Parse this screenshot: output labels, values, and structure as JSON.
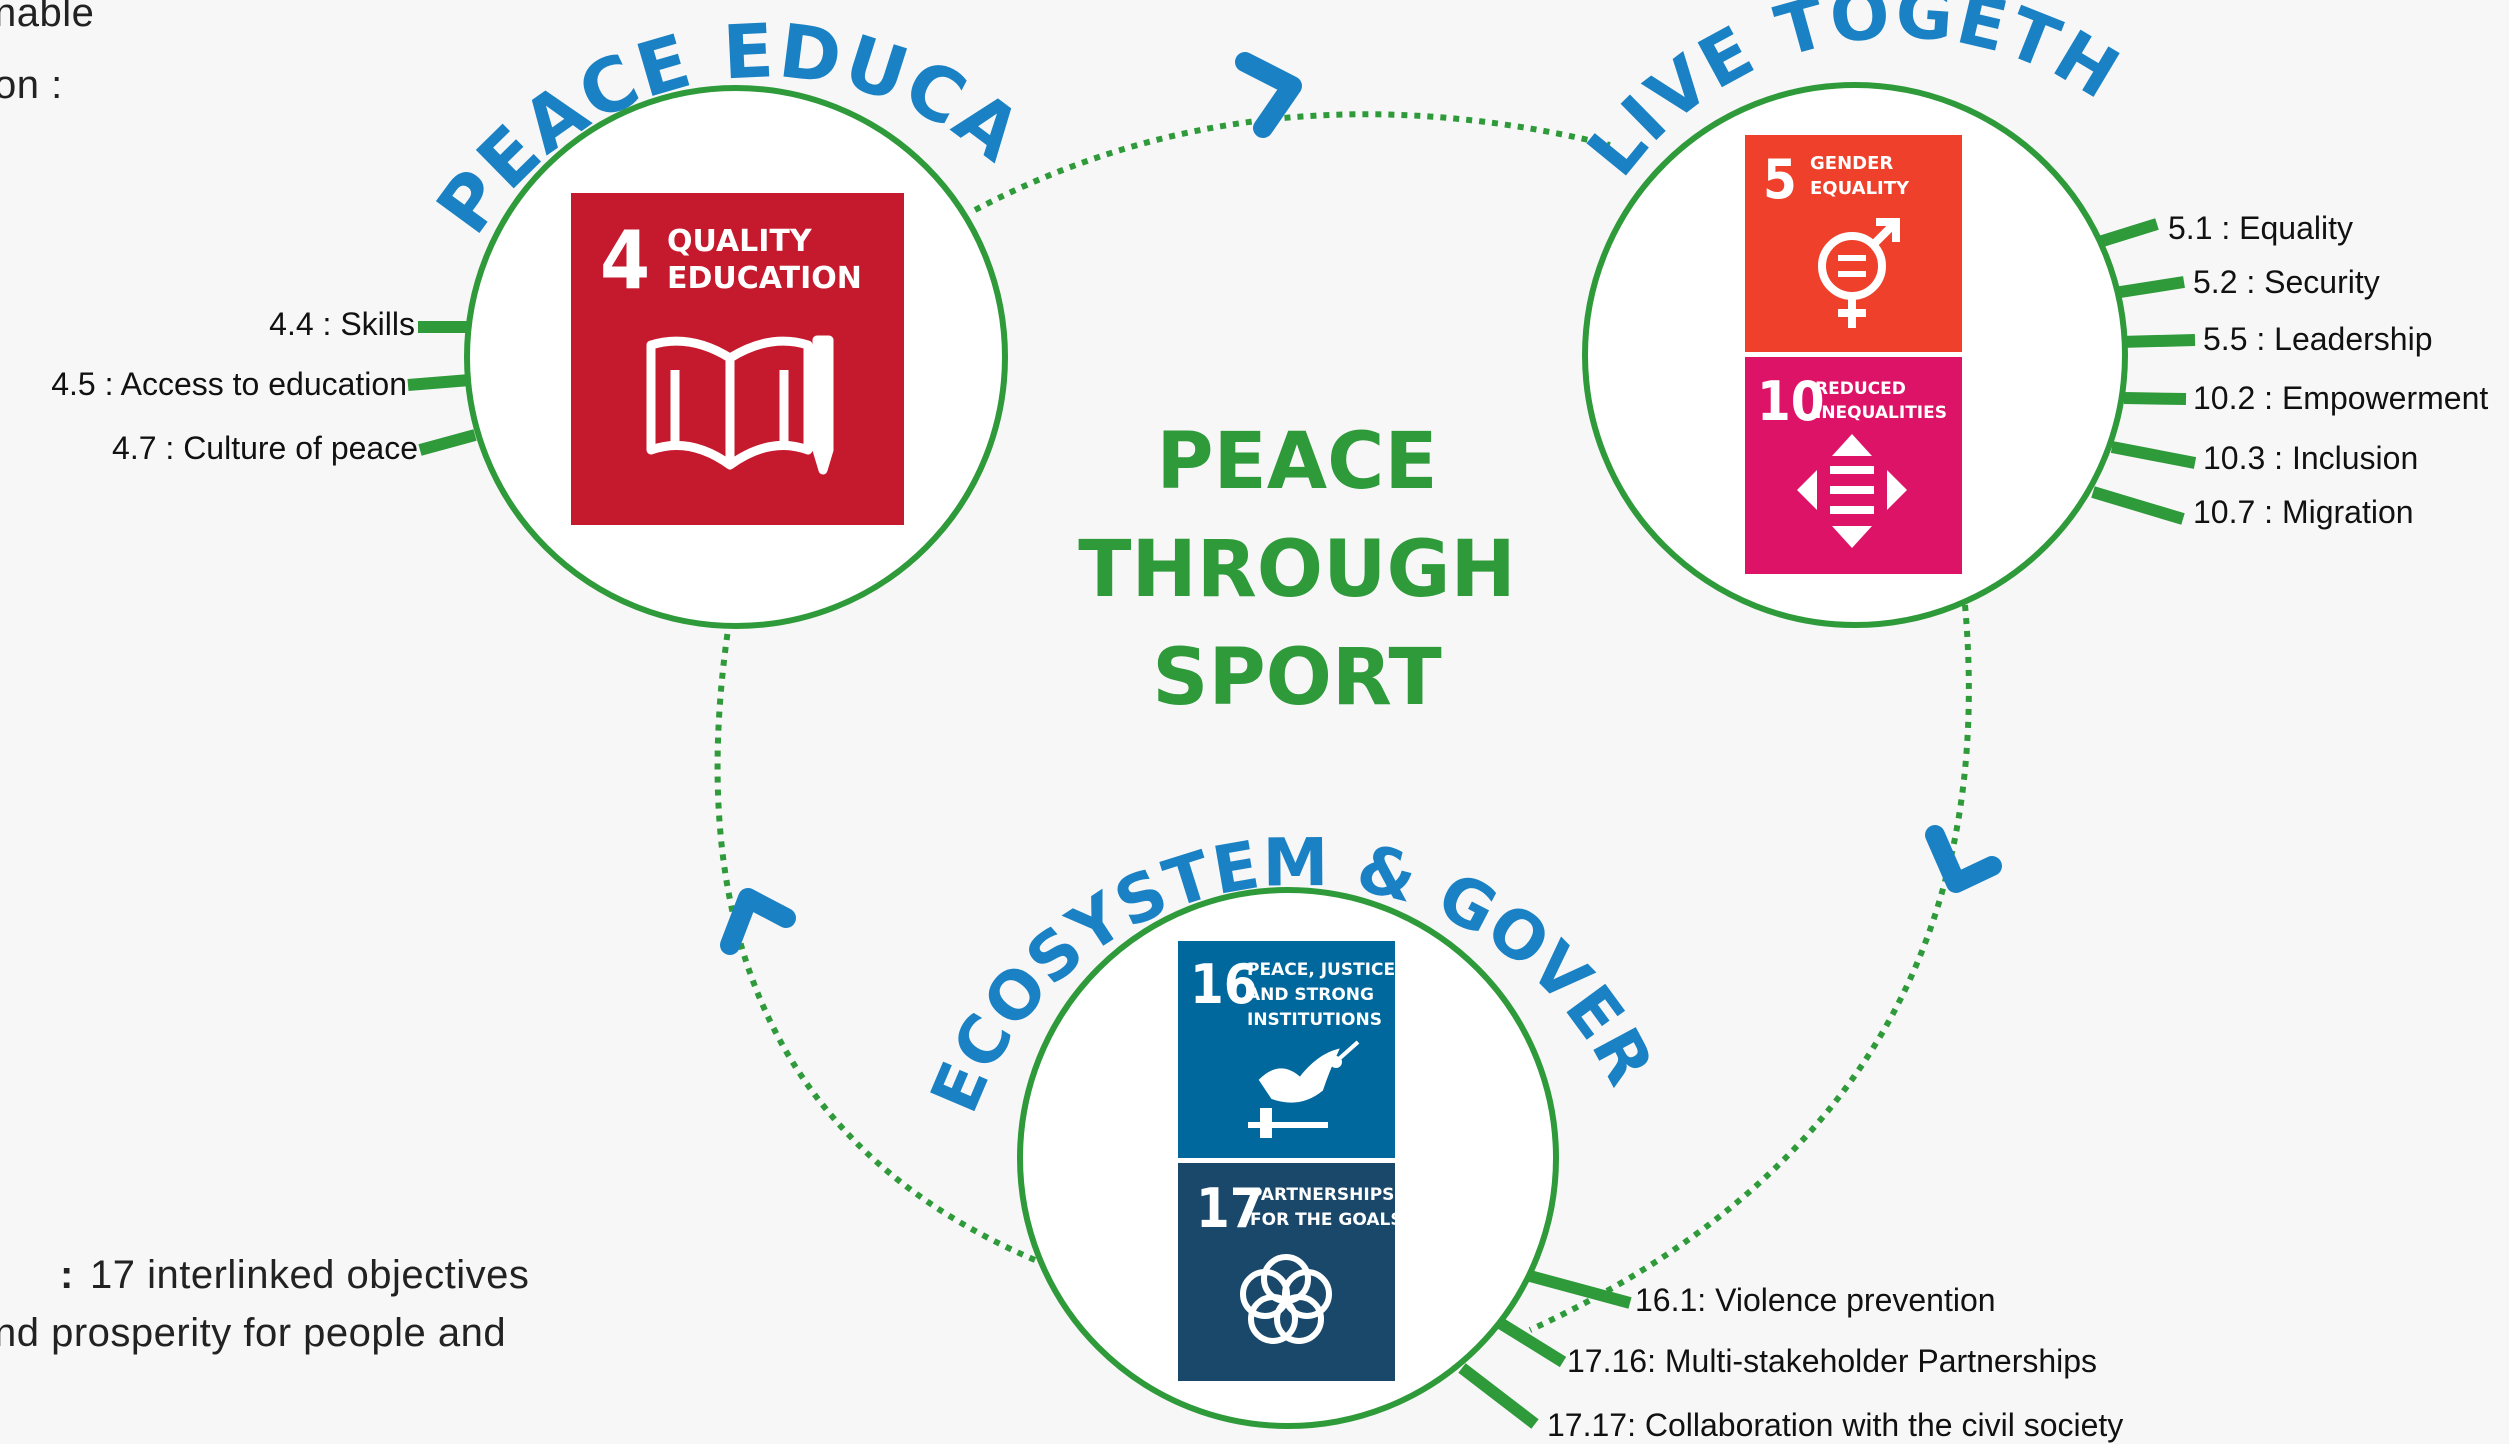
{
  "center_title": {
    "line1": "PEACE",
    "line2": "THROUGH",
    "line3": "SPORT"
  },
  "arc_titles": {
    "peace_education": "PEACE EDUCATION",
    "live_together": "LIVE TOGETHER",
    "ecosystem": "ECOSYSTEM & GOVERNANCE"
  },
  "left_targets": [
    "4.4 : Skills",
    "4.5 : Access to education",
    "4.7 : Culture of peace"
  ],
  "right_targets": [
    "5.1 : Equality",
    "5.2 : Security",
    "5.5 : Leadership",
    "10.2 : Empowerment",
    "10.3 : Inclusion",
    "10.7 : Migration"
  ],
  "bottom_targets": [
    "16.1: Violence prevention",
    "17.16: Multi-stakeholder Partnerships",
    "17.17: Collaboration with the civil society"
  ],
  "sdg_tiles": {
    "sdg4": {
      "number": "4",
      "line1": "QUALITY",
      "line2": "EDUCATION",
      "color": "#c5192d"
    },
    "sdg5": {
      "number": "5",
      "line1": "GENDER",
      "line2": "EQUALITY",
      "color": "#ef402b"
    },
    "sdg10": {
      "number": "10",
      "line1": "REDUCED",
      "line2": "INEQUALITIES",
      "color": "#dd1367"
    },
    "sdg16": {
      "number": "16",
      "line1": "PEACE, JUSTICE",
      "line2": "AND STRONG",
      "line3": "INSTITUTIONS",
      "color": "#00689d"
    },
    "sdg17": {
      "number": "17",
      "line1": "PARTNERSHIPS",
      "line2": "FOR THE GOALS",
      "color": "#19486a"
    }
  },
  "partial_text": {
    "top_line1": "nable",
    "top_line2": "on  :",
    "bottom_line1": "17 interlinked objectives",
    "bottom_line2": "nd prosperity for people and"
  },
  "colors": {
    "green": "#2e9a3a",
    "blue": "#1a82c4"
  }
}
